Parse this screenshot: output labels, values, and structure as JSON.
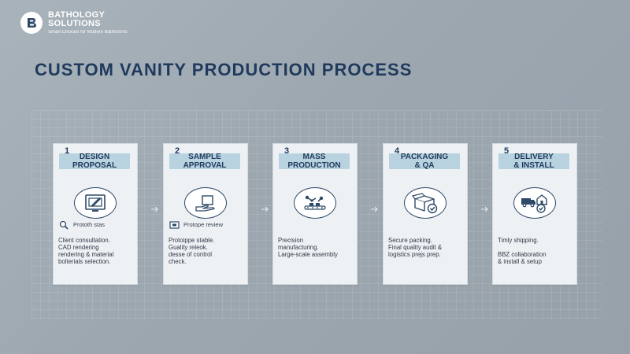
{
  "brand": {
    "name_line1": "BATHOLOGY",
    "name_line2": "SOLUTIONS",
    "tagline": "Smart Choices for Modern Bathrooms",
    "logo_icon": "b-logo-icon"
  },
  "title": "CUSTOM VANITY PRODUCTION PROCESS",
  "steps": [
    {
      "num": "1",
      "title_line1": "DESIGN",
      "title_line2": "PROPOSAL",
      "icon": "cad-drawing-icon",
      "sub_icon": "magnifier-icon",
      "sub_label": "Prototh stas",
      "desc_lines": [
        "Client consultation.",
        "CAD rendering",
        "rendering & material",
        "bolterials selection."
      ]
    },
    {
      "num": "2",
      "title_line1": "SAMPLE",
      "title_line2": "APPROVAL",
      "icon": "hand-sample-icon",
      "sub_icon": "screen-icon",
      "sub_label": "Protope review",
      "desc_lines": [
        "Protoippe stable.",
        "Guality releok.",
        "desse of control",
        "check."
      ]
    },
    {
      "num": "3",
      "title_line1": "MASS",
      "title_line2": "PRODUCTION",
      "icon": "robot-arm-conveyor-icon",
      "sub_icon": "",
      "sub_label": "",
      "desc_lines": [
        "Precision",
        "manufacturing.",
        "Large-scale assembly"
      ]
    },
    {
      "num": "4",
      "title_line1": "PACKAGING",
      "title_line2": "& QA",
      "icon": "box-check-icon",
      "sub_icon": "",
      "sub_label": "",
      "desc_lines": [
        "Secure packing.",
        "Final quality audit &",
        "logistics prejs prep."
      ]
    },
    {
      "num": "5",
      "title_line1": "DELIVERY",
      "title_line2": "& INSTALL",
      "icon": "truck-house-icon",
      "sub_icon": "",
      "sub_label": "",
      "desc_lines": [
        "Timly shipping.",
        "",
        "BBZ collaboration",
        "& install & setup"
      ]
    }
  ],
  "colors": {
    "title": "#1f3a5c",
    "header_fill": "#b9d2e0",
    "card_bg": "#eef1f4",
    "icon_stroke": "#2e4a68"
  }
}
